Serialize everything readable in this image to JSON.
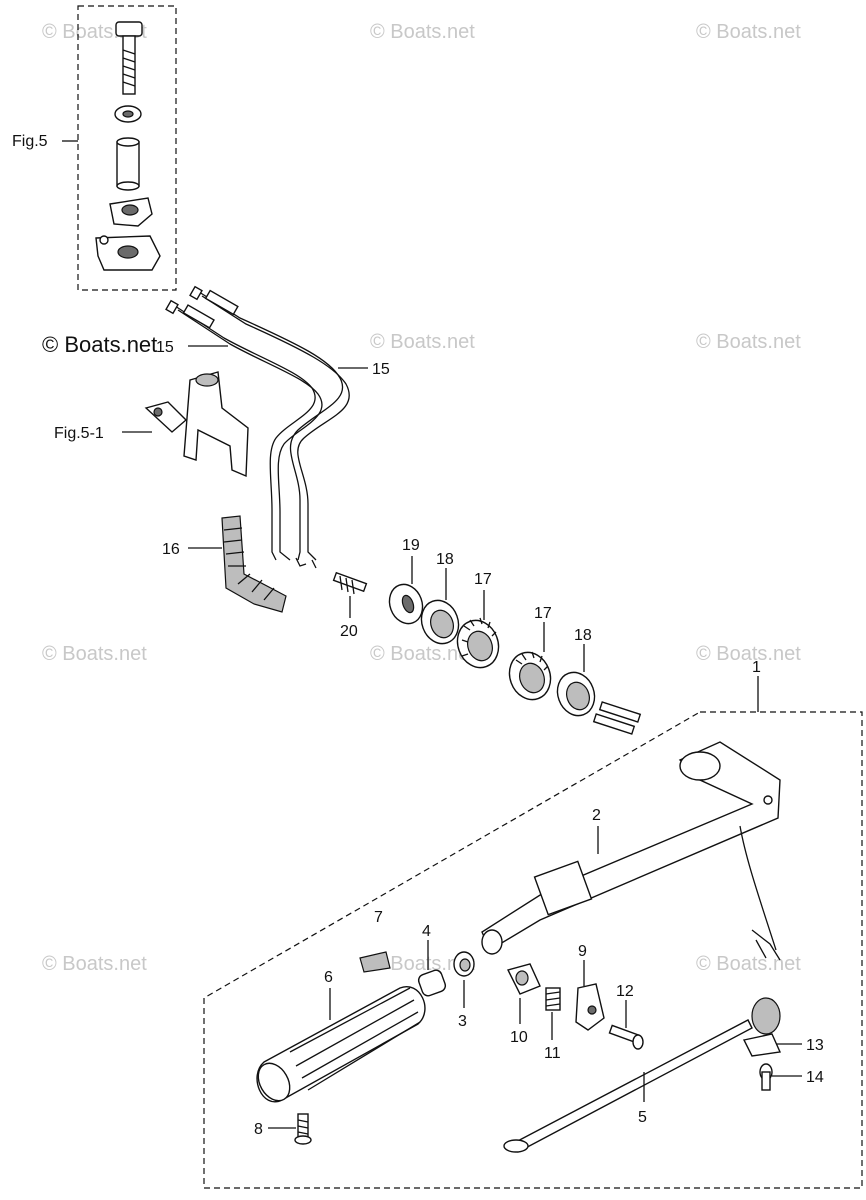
{
  "watermarks": {
    "w1": "© Boats.net",
    "w2": "© Boats.net",
    "w3": "© Boats.net",
    "w4": "© Boats.net",
    "w5": "© Boats.net",
    "w6": "© Boats.net",
    "w7": "© Boats.net",
    "w8": "© Boats.net",
    "w9": "© Boats.net",
    "w10": "© Boats.net",
    "w11": "© Boats.net",
    "main": "© Boats.net"
  },
  "callouts": {
    "fig5": "Fig.5",
    "fig5_1": "Fig.5-1",
    "p1": "1",
    "p2": "2",
    "p3": "3",
    "p4": "4",
    "p5": "5",
    "p6": "6",
    "p7": "7",
    "p8": "8",
    "p9": "9",
    "p10": "10",
    "p11": "11",
    "p12": "12",
    "p13": "13",
    "p14": "14",
    "p15a": "15",
    "p15b": "15",
    "p16": "16",
    "p17a": "17",
    "p17b": "17",
    "p18a": "18",
    "p18b": "18",
    "p19": "19",
    "p20": "20"
  }
}
